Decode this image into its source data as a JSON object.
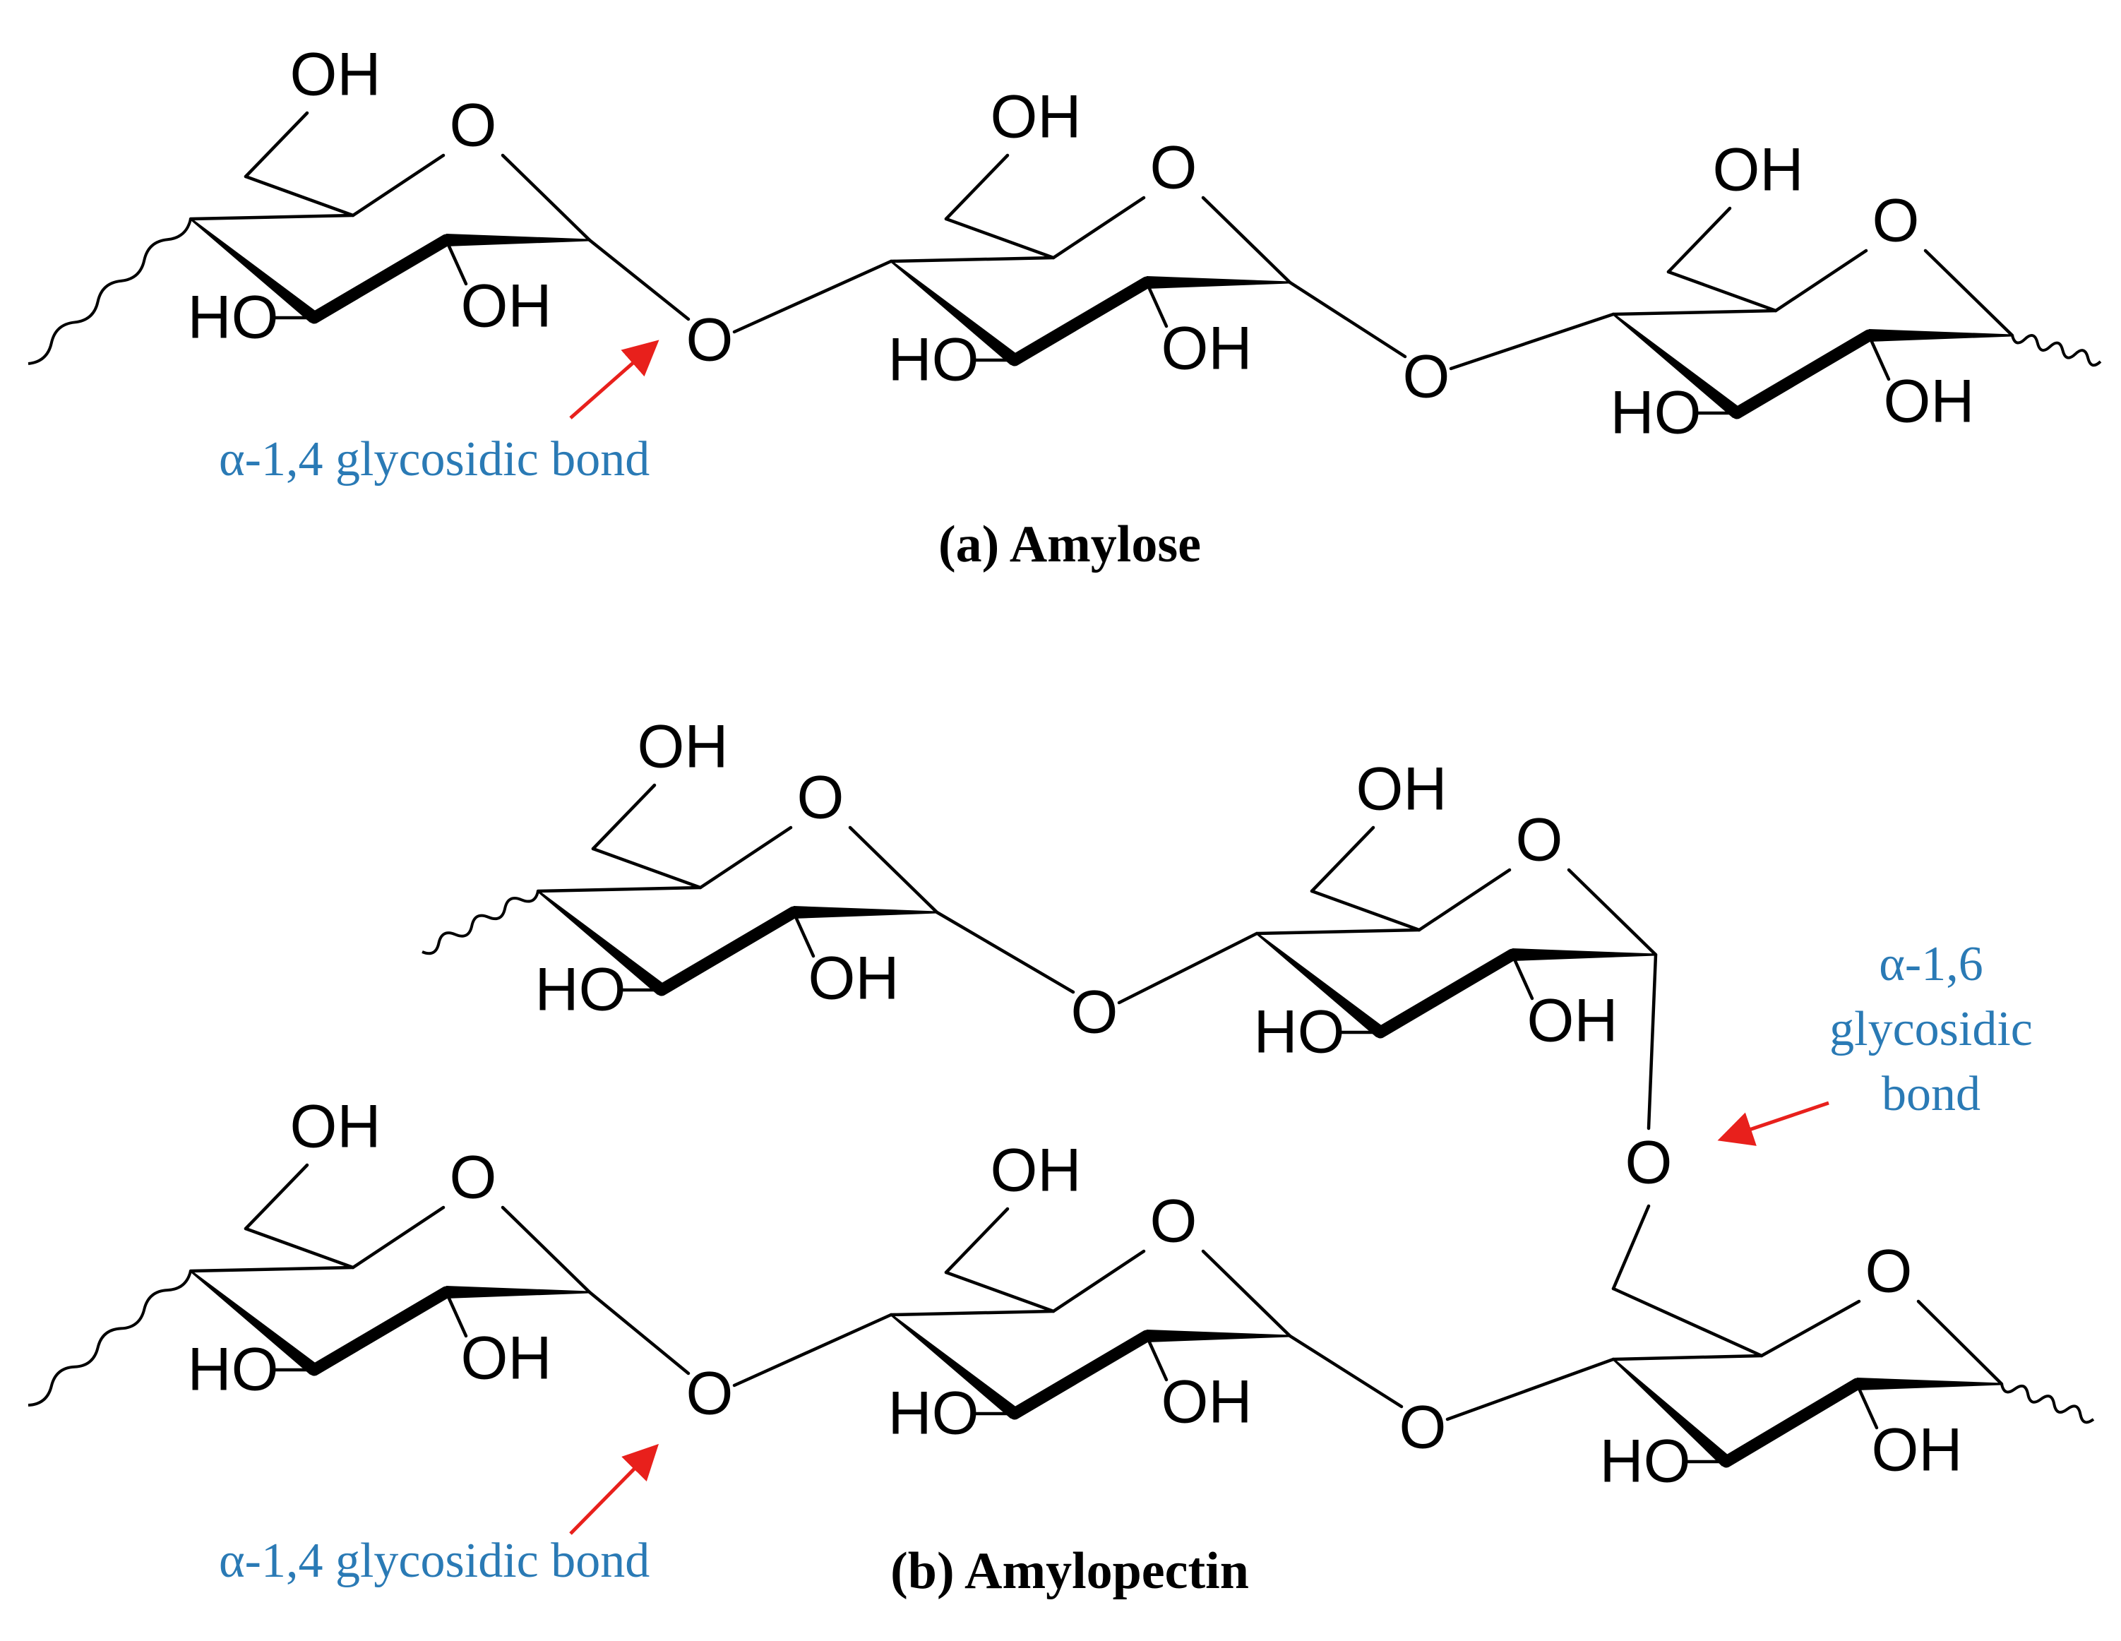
{
  "labels": {
    "oh": "OH",
    "ho": "HO",
    "o": "O"
  },
  "annotations": {
    "alpha14_a": "α-1,4 glycosidic bond",
    "alpha14_b": "α-1,4 glycosidic bond",
    "alpha16_line1": "α-1,6",
    "alpha16_line2": "glycosidic",
    "alpha16_line3": "bond"
  },
  "captions": {
    "amylose": "(a) Amylose",
    "amylopectin": "(b) Amylopectin"
  },
  "colors": {
    "annotation_text": "#2a7ab5",
    "arrow": "#e8201c",
    "structure": "#000000"
  }
}
